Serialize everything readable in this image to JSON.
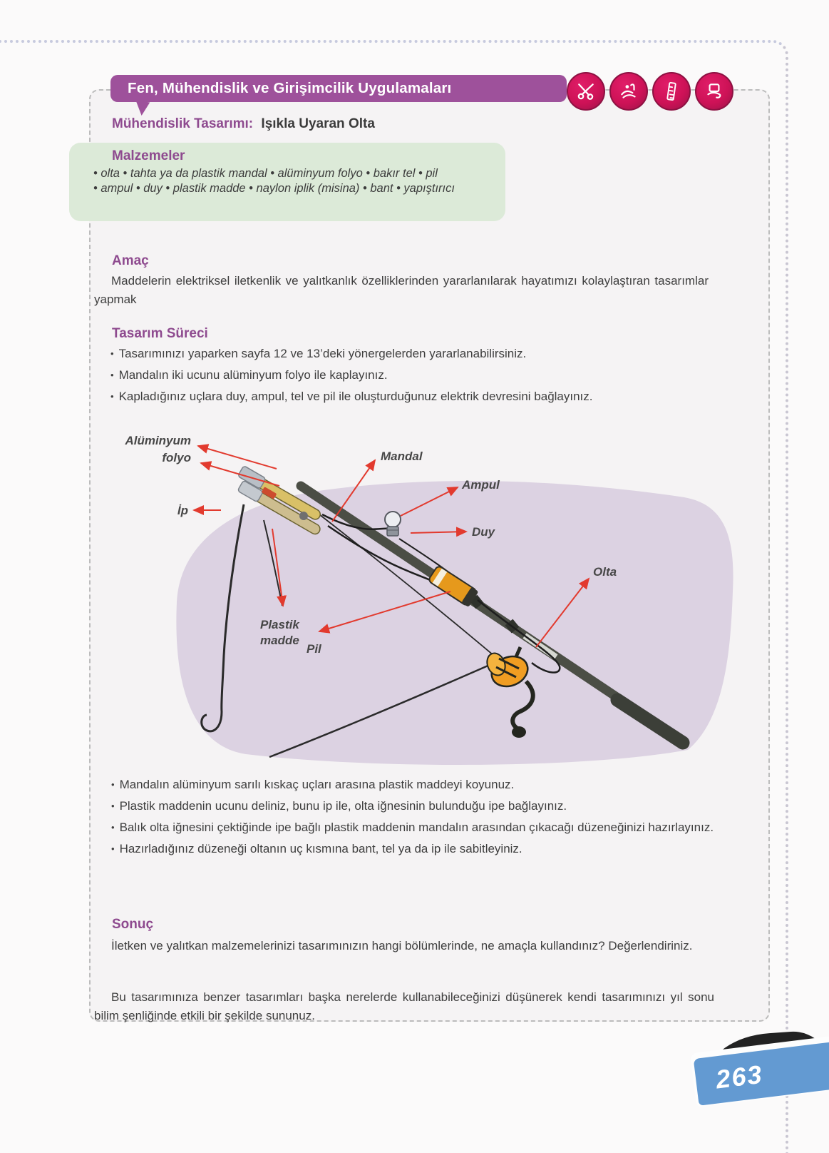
{
  "ui": {
    "bullet": "•"
  },
  "colors": {
    "banner_purple": "#9e519b",
    "heading_purple": "#8e4a8f",
    "icon_pink": "#ce1257",
    "materials_green": "#dcead8",
    "arrow_red": "#e23a2e",
    "diagram_lavender": "#dcd2e2",
    "ribbon_blue": "#639ad2"
  },
  "header": {
    "banner": "Fen, Mühendislik ve Girişimcilik Uygulamaları",
    "subtitle_label": "Mühendislik Tasarımı:",
    "subtitle_title": "Işıkla Uyaran Olta"
  },
  "materials": {
    "heading": "Malzemeler",
    "line1": "• olta • tahta ya da plastik mandal • alüminyum folyo • bakır tel •  pil",
    "line2": "• ampul • duy • plastik madde • naylon iplik (misina) • bant •  yapıştırıcı"
  },
  "amac": {
    "heading": "Amaç",
    "text": "Maddelerin elektriksel iletkenlik ve yalıtkanlık özelliklerinden yararlanılarak hayatımızı kolaylaştıran tasarımlar yapmak"
  },
  "surec": {
    "heading": "Tasarım Süreci",
    "items": [
      "Tasarımınızı yaparken sayfa 12 ve 13’deki yönergelerden yararlanabilirsiniz.",
      "Mandalın iki ucunu alüminyum folyo ile kaplayınız.",
      "Kapladığınız uçlara duy, ampul, tel ve pil ile oluşturduğunuz elektrik devresini bağlayınız."
    ]
  },
  "diagram": {
    "labels": {
      "aluminyum_line1": "Alüminyum",
      "aluminyum_line2": "folyo",
      "mandal": "Mandal",
      "ampul": "Ampul",
      "duy": "Duy",
      "olta": "Olta",
      "ip": "İp",
      "plastik_line1": "Plastik",
      "plastik_line2": "madde",
      "pil": "Pil"
    }
  },
  "steps": {
    "items": [
      "Mandalın alüminyum sarılı kıskaç uçları arasına plastik maddeyi koyunuz.",
      "Plastik maddenin ucunu deliniz, bunu ip ile, olta iğnesinin bulunduğu ipe bağlayınız.",
      "Balık olta iğnesini çektiğinde ipe bağlı plastik maddenin mandalın arasından çıkacağı düzeneğinizi hazırlayınız.",
      "Hazırladığınız düzeneği oltanın uç kısmına bant, tel ya da ip ile sabitleyiniz."
    ]
  },
  "sonuc": {
    "heading": "Sonuç",
    "p1": "İletken ve yalıtkan malzemelerinizi tasarımınızın hangi bölümlerinde, ne amaçla kullandınız? Değerlendiriniz.",
    "p2": "Bu tasarımınıza benzer tasarımları başka nerelerde kullanabileceğinizi düşünerek kendi tasarımınızı yıl sonu bilim şenliğinde etkili bir şekilde sununuz."
  },
  "page": {
    "number": "263"
  }
}
